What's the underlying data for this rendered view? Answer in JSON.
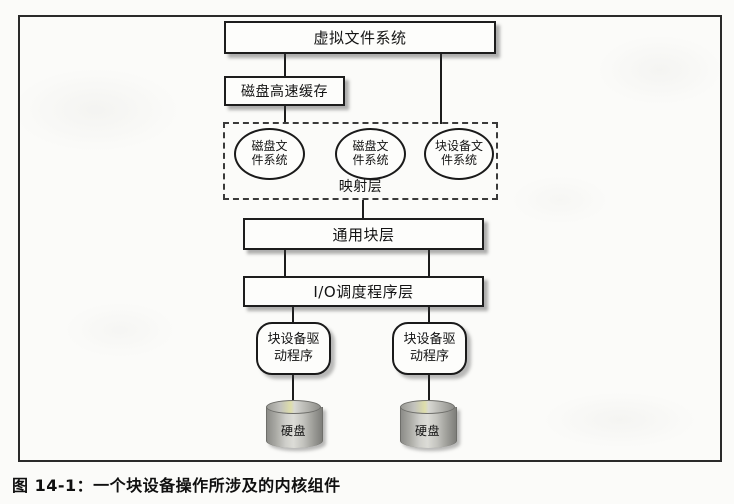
{
  "figure": {
    "caption": "图 14-1：一个块设备操作所涉及的内核组件"
  },
  "diagram": {
    "type": "block-layer-architecture",
    "nodes": {
      "vfs": {
        "label": "虚拟文件系统",
        "shape": "rectangle"
      },
      "disk_cache": {
        "label": "磁盘高速缓存",
        "shape": "rectangle"
      },
      "generic_block_layer": {
        "label": "通用块层",
        "shape": "rectangle"
      },
      "io_scheduler_layer": {
        "label": "I/O调度程序层",
        "shape": "rectangle"
      }
    },
    "mapping_layer": {
      "label": "映射层",
      "border": "dashed",
      "filesystems": [
        {
          "line1": "磁盘文",
          "line2": "件系统"
        },
        {
          "line1": "磁盘文",
          "line2": "件系统"
        },
        {
          "line1": "块设备文",
          "line2": "件系统"
        }
      ]
    },
    "drivers": [
      {
        "line1": "块设备驱",
        "line2": "动程序"
      },
      {
        "line1": "块设备驱",
        "line2": "动程序"
      }
    ],
    "disks": [
      {
        "label": "硬盘"
      },
      {
        "label": "硬盘"
      }
    ],
    "colors": {
      "stroke": "#1c1c1c",
      "node_fill": "#fdfdfb",
      "page": "#fbfbf9",
      "disk_gray": "#c3c3be"
    }
  }
}
